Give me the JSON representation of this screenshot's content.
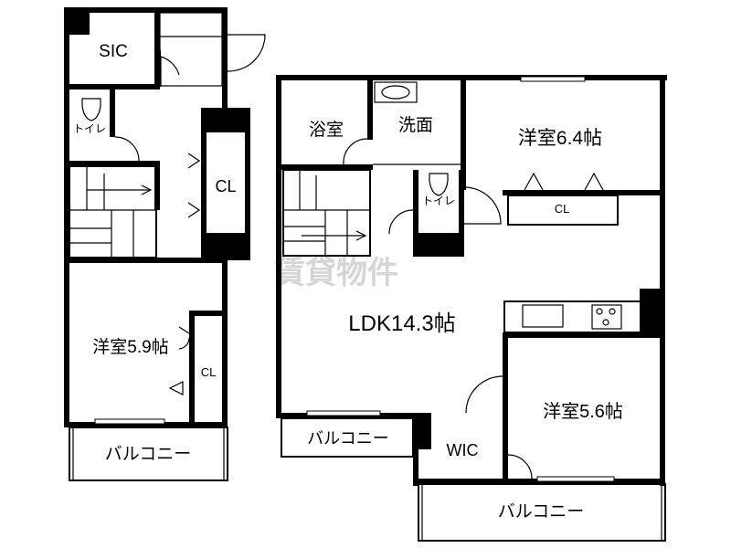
{
  "floor_left": {
    "sic": "SIC",
    "toilet": "トイレ",
    "closet_main": "CL",
    "western_room": "洋室5.9帖",
    "closet_room": "CL",
    "balcony": "バルコニー"
  },
  "floor_right": {
    "bath": "浴室",
    "washroom": "洗面",
    "toilet": "トイレ",
    "western_room_a": "洋室6.4帖",
    "closet_a": "CL",
    "ldk": "LDK14.3帖",
    "western_room_b": "洋室5.6帖",
    "wic": "WIC",
    "balcony_a": "バルコニー",
    "balcony_b": "バルコニー"
  },
  "watermark": "賃貸物件",
  "colors": {
    "wall": "#000000",
    "background": "#ffffff",
    "watermark": "#d6d6d6"
  }
}
